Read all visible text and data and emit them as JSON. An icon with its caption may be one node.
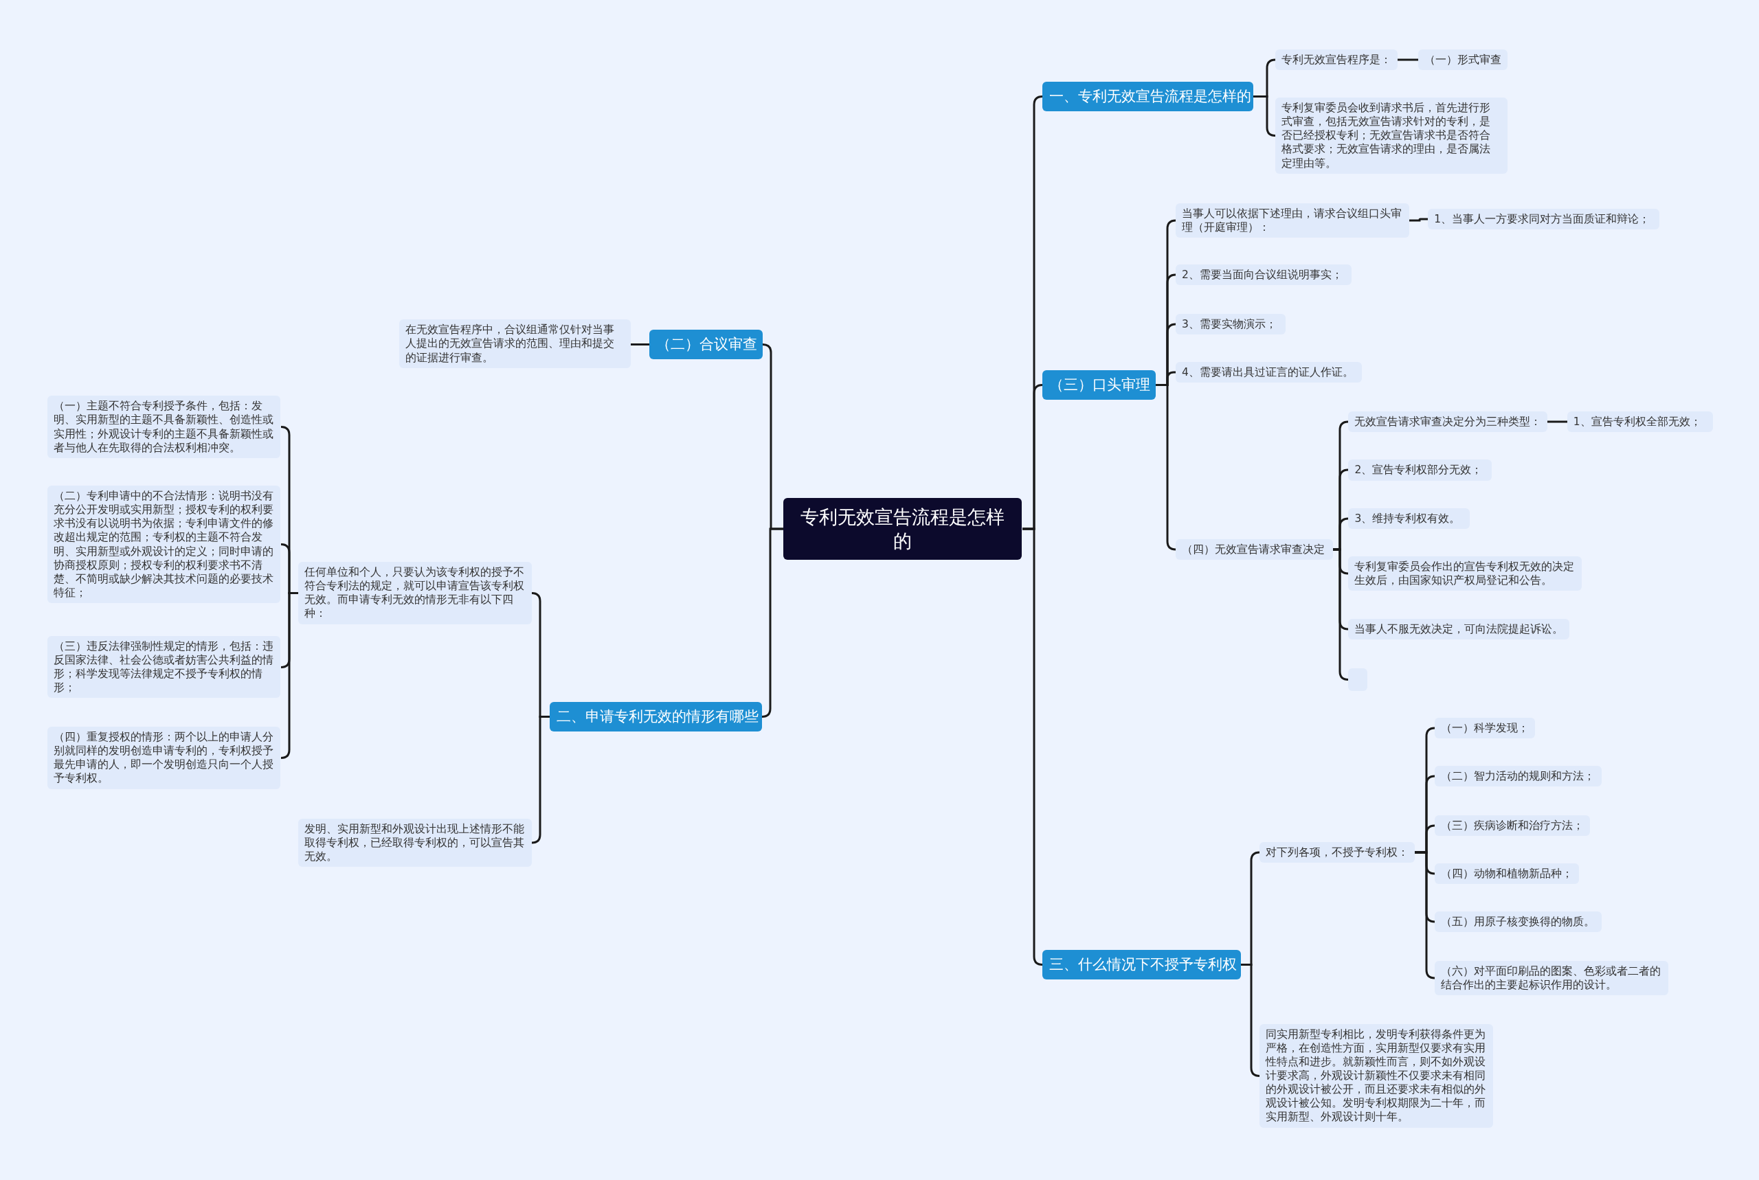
{
  "diagram": {
    "nodes": [
      {
        "text": [
          "专利无效宣告流程是怎样的"
        ]
      },
      {
        "text": [
          "一、专利无效宣告流程是怎样的"
        ]
      },
      {
        "text": [
          "专利无效宣告程序是："
        ]
      },
      {
        "text": [
          "（一）形式审查"
        ]
      },
      {
        "text": [
          "专利复审委员会收到请求书后，首先进行形式审查，包括无效宣告请求针对的专利，是否已经授权专利；无效宣告请求书是否符合格式要求；无效宣告请求的理由，是否属法定理由等。"
        ]
      },
      {
        "text": [
          "（三）口头审理"
        ]
      },
      {
        "text": [
          "当事人可以依据下述理由，请求合议组口头审理（开庭审理）："
        ]
      },
      {
        "text": [
          "1、当事人一方要求同对方当面质证和辩论；"
        ]
      },
      {
        "text": [
          "2、需要当面向合议组说明事实；"
        ]
      },
      {
        "text": [
          "3、需要实物演示；"
        ]
      },
      {
        "text": [
          "4、需要请出具过证言的证人作证。"
        ]
      },
      {
        "text": [
          "（四）无效宣告请求审查决定"
        ]
      },
      {
        "text": [
          "无效宣告请求审查决定分为三种类型："
        ]
      },
      {
        "text": [
          "1、宣告专利权全部无效；"
        ]
      },
      {
        "text": [
          "2、宣告专利权部分无效；"
        ]
      },
      {
        "text": [
          "3、维持专利权有效。"
        ]
      },
      {
        "text": [
          "专利复审委员会作出的宣告专利权无效的决定生效后，由国家知识产权局登记和公告。"
        ]
      },
      {
        "text": [
          "当事人不服无效决定，可向法院提起诉讼。"
        ]
      },
      {
        "text": [],
        "shape": "box"
      },
      {
        "text": [
          "三、什么情况下不授予专利权"
        ]
      },
      {
        "text": [
          "对下列各项，不授予专利权："
        ]
      },
      {
        "text": [
          "（一）科学发现；"
        ]
      },
      {
        "text": [
          "（二）智力活动的规则和方法；"
        ]
      },
      {
        "text": [
          "（三）疾病诊断和治疗方法；"
        ]
      },
      {
        "text": [
          "（四）动物和植物新品种；"
        ]
      },
      {
        "text": [
          "（五）用原子核变换得的物质。"
        ]
      },
      {
        "text": [
          "（六）对平面印刷品的图案、色彩或者二者的结合作出的主要起标识作用的设计。"
        ]
      },
      {
        "text": [
          "同实用新型专利相比，发明专利获得条件更为严格，在创造性方面，实用新型仅要求有实用性特点和进步。就新颖性而言，则不如外观设计要求高，外观设计新颖性不仅要求未有相同的外观设计被公开，而且还要求未有相似的外观设计被公知。发明专利权期限为二十年，而实用新型、外观设计则十年。"
        ]
      },
      {
        "text": [
          "（二）合议审查"
        ]
      },
      {
        "text": [
          "在无效宣告程序中，合议组通常仅针对当事人提出的无效宣告请求的范围、理由和提交的证据进行审查。"
        ]
      },
      {
        "text": [
          "二、申请专利无效的情形有哪些"
        ]
      },
      {
        "text": [
          "任何单位和个人，只要认为该专利权的授予不符合专利法的规定，就可以申请宣告该专利权无效。而申请专利无效的情形无非有以下四种："
        ]
      },
      {
        "text": [
          "（一）主题不符合专利授予条件，包括：发明、实用新型的主题不具备新颖性、创造性或实用性；外观设计专利的主题不具备新颖性或者与他人在先取得的合法权利相冲突。"
        ]
      },
      {
        "text": [
          "（二）专利申请中的不合法情形：说明书没有充分公开发明或实用新型；授权专利的权利要求书没有以说明书为依据；专利申请文件的修改超出规定的范围；专利权的主题不符合发明、实用新型或外观设计的定义；同时申请的协商授权原则；授权专利的权利要求书不清楚、不简明或缺少解决其技术问题的必要技术特征；"
        ]
      },
      {
        "text": [
          "（三）违反法律强制性规定的情形，包括：违反国家法律、社会公德或者妨害公共利益的情形；科学发现等法律规定不授予专利权的情形；"
        ]
      },
      {
        "text": [
          "（四）重复授权的情形：两个以上的申请人分别就同样的发明创造申请专利的，专利权授予最先申请的人，即一个发明创造只向一个人授予专利权。"
        ]
      },
      {
        "text": [
          "发明、实用新型和外观设计出现上述情形不能取得专利权，已经取得专利权的，可以宣告其无效。"
        ]
      }
    ],
    "edges": [
      {
        "from": 0,
        "to": 1,
        "arrow": "none"
      },
      {
        "from": 1,
        "to": 2,
        "arrow": "none"
      },
      {
        "from": 2,
        "to": 3,
        "arrow": "none"
      },
      {
        "from": 1,
        "to": 4,
        "arrow": "none"
      },
      {
        "from": 0,
        "to": 5,
        "arrow": "none"
      },
      {
        "from": 5,
        "to": 6,
        "arrow": "none"
      },
      {
        "from": 6,
        "to": 7,
        "arrow": "none"
      },
      {
        "from": 5,
        "to": 8,
        "arrow": "none"
      },
      {
        "from": 5,
        "to": 9,
        "arrow": "none"
      },
      {
        "from": 5,
        "to": 10,
        "arrow": "none"
      },
      {
        "from": 5,
        "to": 11,
        "arrow": "none"
      },
      {
        "from": 11,
        "to": 12,
        "arrow": "none"
      },
      {
        "from": 12,
        "to": 13,
        "arrow": "none"
      },
      {
        "from": 11,
        "to": 14,
        "arrow": "none"
      },
      {
        "from": 11,
        "to": 15,
        "arrow": "none"
      },
      {
        "from": 11,
        "to": 16,
        "arrow": "none"
      },
      {
        "from": 11,
        "to": 17,
        "arrow": "none"
      },
      {
        "from": 11,
        "to": 18,
        "arrow": "none"
      },
      {
        "from": 0,
        "to": 19,
        "arrow": "none"
      },
      {
        "from": 19,
        "to": 20,
        "arrow": "none"
      },
      {
        "from": 20,
        "to": 21,
        "arrow": "none"
      },
      {
        "from": 20,
        "to": 22,
        "arrow": "none"
      },
      {
        "from": 20,
        "to": 23,
        "arrow": "none"
      },
      {
        "from": 20,
        "to": 24,
        "arrow": "none"
      },
      {
        "from": 20,
        "to": 25,
        "arrow": "none"
      },
      {
        "from": 20,
        "to": 26,
        "arrow": "none"
      },
      {
        "from": 19,
        "to": 27,
        "arrow": "none"
      },
      {
        "from": 0,
        "to": 28,
        "arrow": "none"
      },
      {
        "from": 28,
        "to": 29,
        "arrow": "none"
      },
      {
        "from": 0,
        "to": 30,
        "arrow": "none"
      },
      {
        "from": 30,
        "to": 31,
        "arrow": "none"
      },
      {
        "from": 31,
        "to": 32,
        "arrow": "none"
      },
      {
        "from": 31,
        "to": 33,
        "arrow": "none"
      },
      {
        "from": 31,
        "to": 34,
        "arrow": "none"
      },
      {
        "from": 31,
        "to": 35,
        "arrow": "none"
      },
      {
        "from": 30,
        "to": 36,
        "arrow": "none"
      }
    ]
  }
}
